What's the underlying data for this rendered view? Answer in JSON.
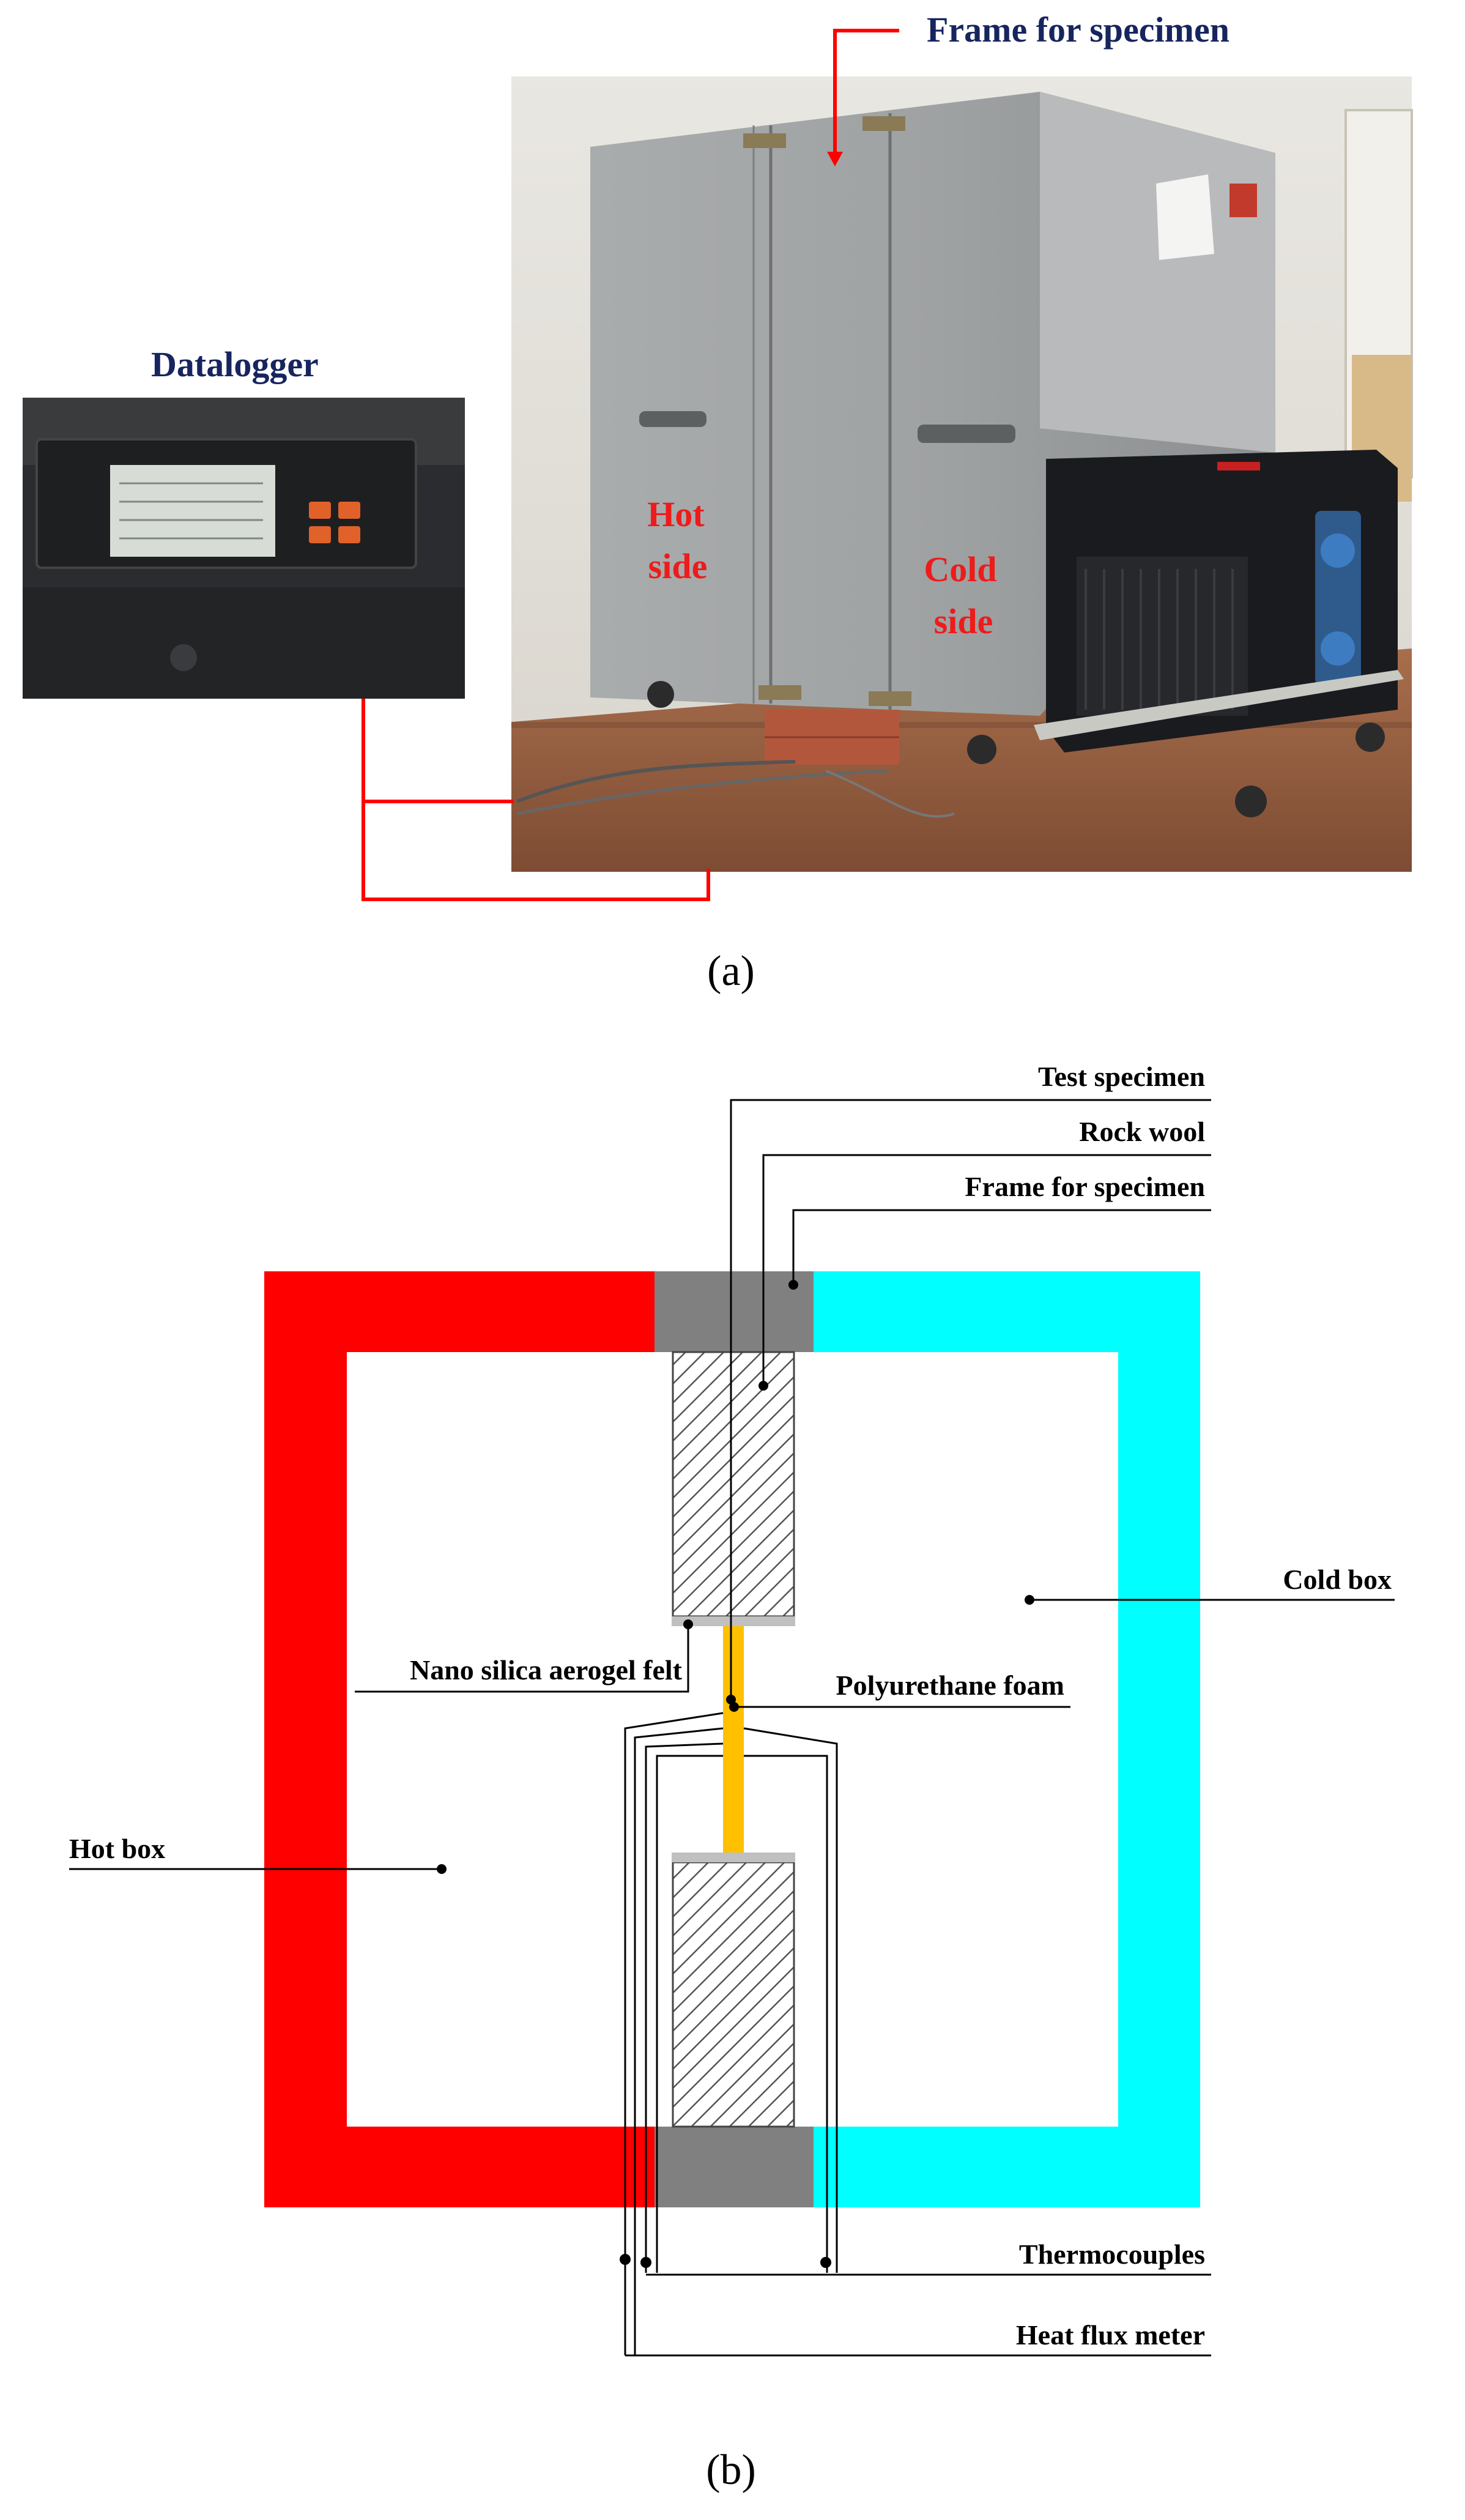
{
  "panel_a": {
    "labels": {
      "frame": "Frame for specimen",
      "datalogger": "Datalogger",
      "hot_1": "Hot",
      "hot_2": "side",
      "cold_1": "Cold",
      "cold_2": "side"
    },
    "caption": "(a)",
    "colors": {
      "label_navy": "#17255f",
      "label_red": "#ee1b1b",
      "connector": "#ff0000"
    }
  },
  "panel_b": {
    "labels": {
      "test_specimen": "Test specimen",
      "rock_wool": "Rock wool",
      "frame": "Frame for specimen",
      "cold_box": "Cold box",
      "nano_felt": "Nano silica aerogel felt",
      "pu_foam": "Polyurethane foam",
      "hot_box": "Hot box",
      "thermocouples": "Thermocouples",
      "heat_flux": "Heat flux meter"
    },
    "caption": "(b)",
    "colors": {
      "hot": "#ff0000",
      "cold": "#00ffff",
      "frame": "#808080",
      "foam": "#ffc000",
      "felt": "#c0c0c0"
    }
  }
}
